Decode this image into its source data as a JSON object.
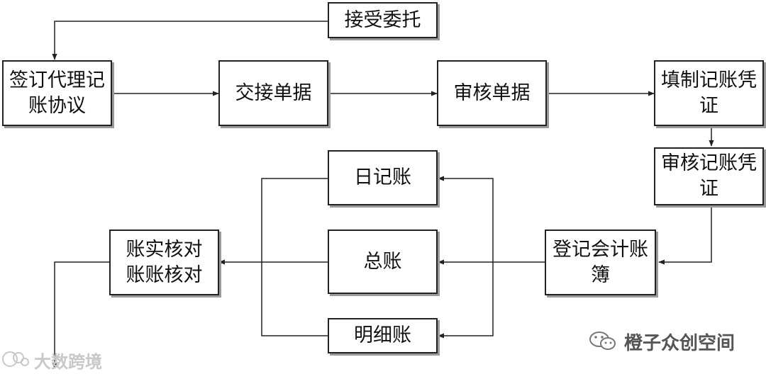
{
  "nodes": {
    "accept_commission": "接受委托",
    "sign_agreement": "签订代理记账协议",
    "handover_documents": "交接单据",
    "review_documents": "审核单据",
    "fill_voucher": "填制记账凭证",
    "review_voucher": "审核记账凭证",
    "register_books": "登记会计账簿",
    "journal": "日记账",
    "general_ledger": "总账",
    "subsidiary_ledger": "明细账",
    "reconciliation": "账实核对账账核对"
  },
  "watermarks": {
    "left": "大数跨境",
    "right": "橙子众创空间"
  }
}
